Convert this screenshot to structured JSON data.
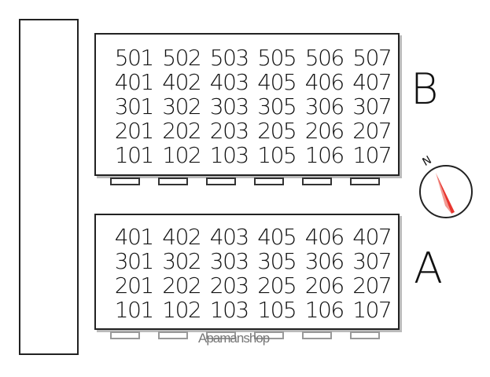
{
  "building_b": {
    "label": "B",
    "rows": [
      [
        "501",
        "502",
        "503",
        "505",
        "506",
        "507"
      ],
      [
        "401",
        "402",
        "403",
        "405",
        "406",
        "407"
      ],
      [
        "301",
        "302",
        "303",
        "305",
        "306",
        "307"
      ],
      [
        "201",
        "202",
        "203",
        "205",
        "206",
        "207"
      ],
      [
        "101",
        "102",
        "103",
        "105",
        "106",
        "107"
      ]
    ]
  },
  "building_a": {
    "label": "A",
    "rows": [
      [
        "401",
        "402",
        "403",
        "405",
        "406",
        "407"
      ],
      [
        "301",
        "302",
        "303",
        "305",
        "306",
        "307"
      ],
      [
        "201",
        "202",
        "203",
        "205",
        "206",
        "207"
      ],
      [
        "101",
        "102",
        "103",
        "105",
        "106",
        "107"
      ]
    ]
  },
  "compass": {
    "label": "N",
    "needle_color": "#e8362f"
  },
  "watermark": "Apamanshop",
  "colors": {
    "line": "#222222",
    "shadow": "#bbbbbb"
  }
}
